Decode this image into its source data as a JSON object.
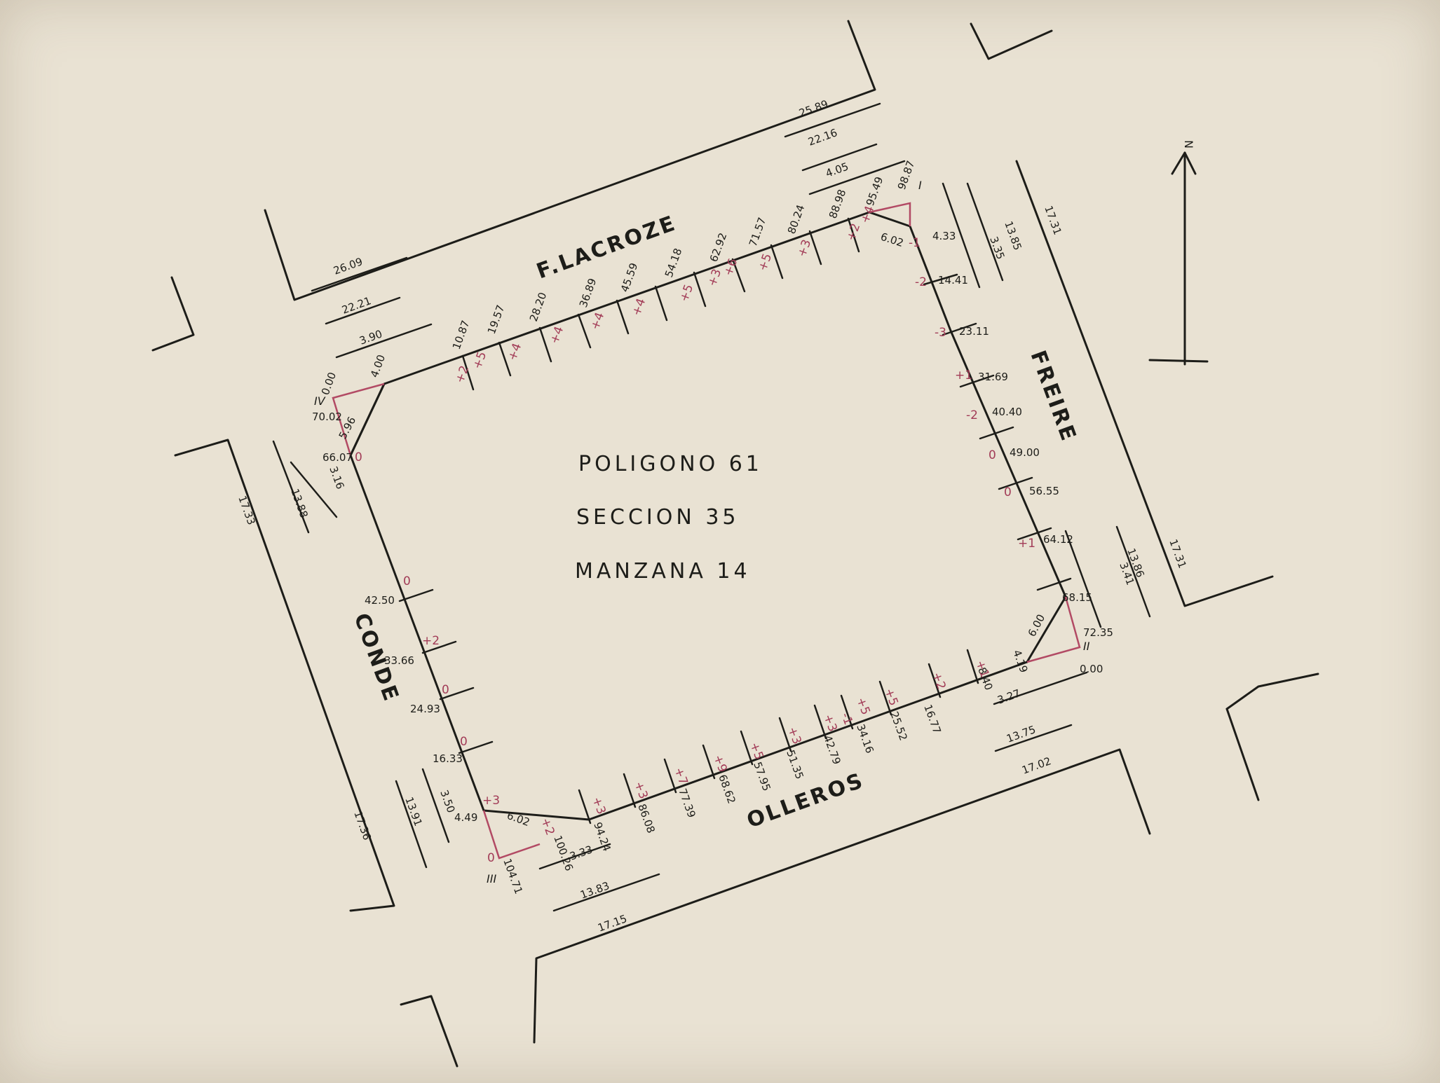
{
  "title_block": {
    "line1": "POLIGONO 61",
    "line2": "SECCION 35",
    "line3": "MANZANA 14"
  },
  "streets": {
    "north": "F.LACROZE",
    "east": "FREIRE",
    "south": "OLLEROS",
    "west": "CONDE"
  },
  "north_arrow": {
    "label": "N"
  },
  "corner_labels": {
    "c1": "I",
    "c2": "II",
    "c3": "III",
    "c4": "IV"
  },
  "colors": {
    "ink": "#1d1d19",
    "offset_red": "#a23c57",
    "paper": "#e9e2d3"
  },
  "north_side": {
    "street_widths": [
      "26.09",
      "22.21",
      "3.90",
      "25.89",
      "22.16",
      "4.05"
    ],
    "chainage": [
      "4.00",
      "10.87",
      "19.57",
      "28.20",
      "36.89",
      "45.59",
      "54.18",
      "62.92",
      "71.57",
      "80.24",
      "88.98",
      "95.49",
      "98.87"
    ],
    "offsets": [
      "+2",
      "+5",
      "+4",
      "+4",
      "+4",
      "+4",
      "+5",
      "+3",
      "+6",
      "+5",
      "+3",
      "+2",
      "+4",
      "-1"
    ],
    "chamfer": "6.02"
  },
  "east_side": {
    "street_widths": [
      "3.35",
      "13.85",
      "17.31",
      "3.41",
      "13.86",
      "17.31"
    ],
    "chainage": [
      "4.33",
      "14.41",
      "23.11",
      "31.69",
      "40.40",
      "49.00",
      "56.55",
      "64.12",
      "68.15",
      "72.35"
    ],
    "offsets": [
      "-2",
      "-3",
      "+1",
      "-2",
      "0",
      "0",
      "+1"
    ],
    "chamfer": "6.00",
    "zero": "0.00"
  },
  "south_side": {
    "street_widths": [
      "3.27",
      "13.75",
      "17.02",
      "3.33",
      "13.83",
      "17.15"
    ],
    "chainage": [
      "4.19",
      "8.40",
      "16.77",
      "25.52",
      "34.16",
      "42.79",
      "51.35",
      "57.95",
      "68.62",
      "77.39",
      "86.08",
      "94.24",
      "100.26",
      "104.71"
    ],
    "offsets": [
      "+1",
      "+2",
      "+5",
      "+5",
      "-1",
      "+3",
      "+3",
      "+5",
      "+9",
      "+7",
      "+3",
      "+3",
      "+2",
      "0"
    ],
    "chamfer": "6.02"
  },
  "west_side": {
    "street_widths": [
      "3.16",
      "13.88",
      "17.33",
      "3.50",
      "13.91",
      "17.36"
    ],
    "chainage": [
      "70.02",
      "66.07",
      "42.50",
      "33.66",
      "24.93",
      "16.33",
      "4.49"
    ],
    "offsets": [
      "0",
      "0",
      "+2",
      "0",
      "0",
      "+3"
    ],
    "chamfer": "5.96",
    "zero": "0.00"
  }
}
